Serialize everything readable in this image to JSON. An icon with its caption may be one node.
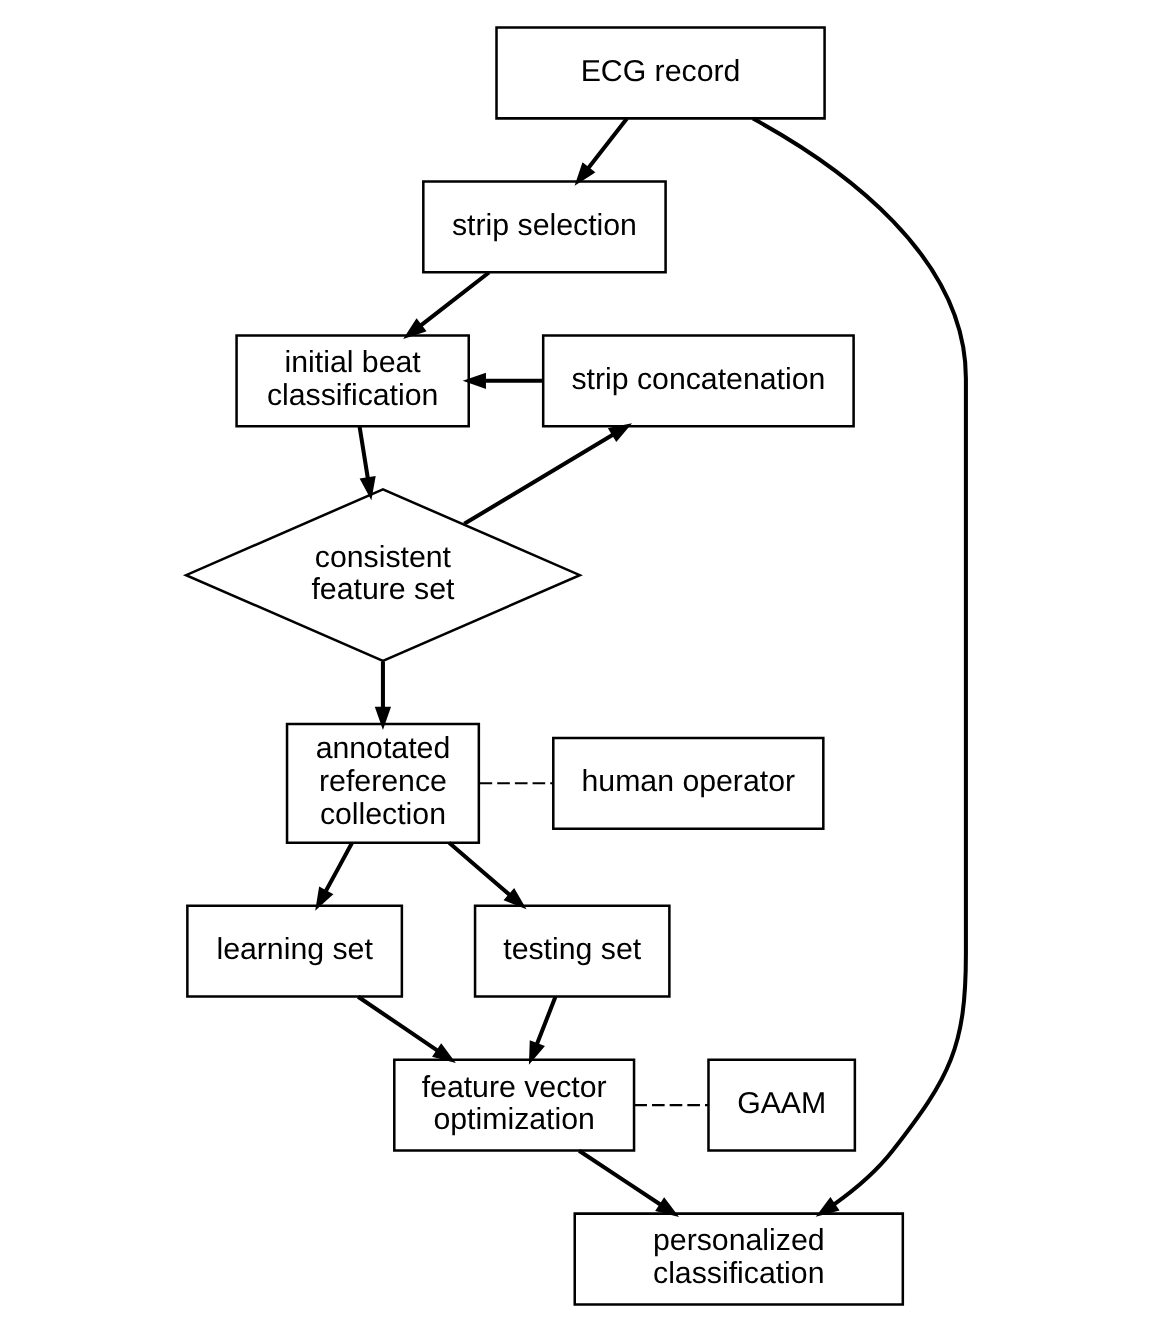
{
  "diagram": {
    "nodes": [
      {
        "text": [
          "ECG record"
        ]
      },
      {
        "text": [
          "strip selection"
        ]
      },
      {
        "text": [
          "initial beat classification"
        ]
      },
      {
        "text": [
          "strip concatenation"
        ]
      },
      {
        "text": [
          "consistent feature set"
        ]
      },
      {
        "text": [
          "annotated reference collection"
        ]
      },
      {
        "text": [
          "human operator"
        ]
      },
      {
        "text": [
          "learning set"
        ]
      },
      {
        "text": [
          "testing set"
        ]
      },
      {
        "text": [
          "feature vector optimization"
        ]
      },
      {
        "text": [
          "GAAM"
        ]
      },
      {
        "text": [
          "personalized classification"
        ]
      }
    ],
    "edges": [
      {
        "from": 0,
        "to": 1,
        "arrow": "to"
      },
      {
        "from": 0,
        "to": 11,
        "arrow": "to"
      },
      {
        "from": 1,
        "to": 2,
        "arrow": "to"
      },
      {
        "from": 2,
        "to": 4,
        "arrow": "to"
      },
      {
        "from": 4,
        "to": 3,
        "arrow": "to"
      },
      {
        "from": 3,
        "to": 2,
        "arrow": "to"
      },
      {
        "from": 4,
        "to": 5,
        "arrow": "to"
      },
      {
        "from": 5,
        "to": 6,
        "arrow": "none",
        "style": "dashed"
      },
      {
        "from": 5,
        "to": 7,
        "arrow": "to"
      },
      {
        "from": 5,
        "to": 8,
        "arrow": "to"
      },
      {
        "from": 7,
        "to": 9,
        "arrow": "to"
      },
      {
        "from": 8,
        "to": 9,
        "arrow": "to"
      },
      {
        "from": 9,
        "to": 10,
        "arrow": "none",
        "style": "dashed"
      },
      {
        "from": 9,
        "to": 11,
        "arrow": "to"
      }
    ]
  }
}
